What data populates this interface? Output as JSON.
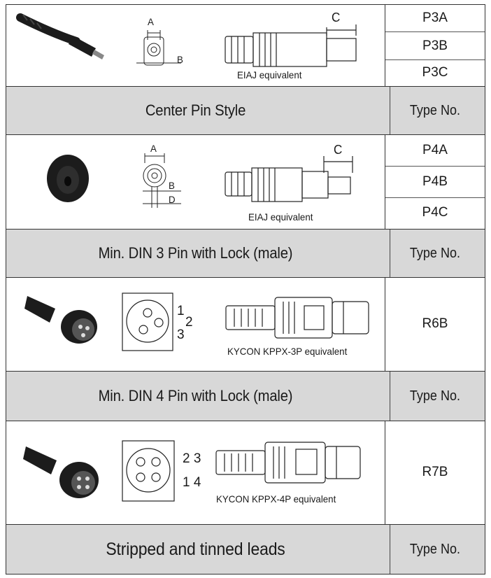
{
  "rows": {
    "p3": {
      "types": [
        "P3A",
        "P3B",
        "P3C"
      ],
      "caption": "EIAJ equivalent",
      "dims": [
        "A",
        "B",
        "C"
      ]
    },
    "center_pin": {
      "title": "Center Pin Style",
      "type_label": "Type No."
    },
    "p4": {
      "types": [
        "P4A",
        "P4B",
        "P4C"
      ],
      "caption": "EIAJ equivalent",
      "dims": [
        "A",
        "B",
        "D",
        "C"
      ]
    },
    "din3": {
      "title": "Min. DIN 3 Pin with Lock  (male)",
      "type_label": "Type No."
    },
    "r6b": {
      "type": "R6B",
      "caption": "KYCON KPPX-3P equivalent",
      "pins": [
        "1",
        "2",
        "3"
      ]
    },
    "din4": {
      "title": "Min. DIN 4 Pin with Lock  (male)",
      "type_label": "Type No."
    },
    "r7b": {
      "type": "R7B",
      "caption": "KYCON KPPX-4P equivalent",
      "pins": [
        "2 3",
        "1 4"
      ]
    },
    "stripped": {
      "title": "Stripped and tinned leads",
      "type_label": "Type No."
    }
  },
  "colors": {
    "header_bg": "#d8d8d8",
    "border": "#333333",
    "connector": "#1c1c1c"
  }
}
